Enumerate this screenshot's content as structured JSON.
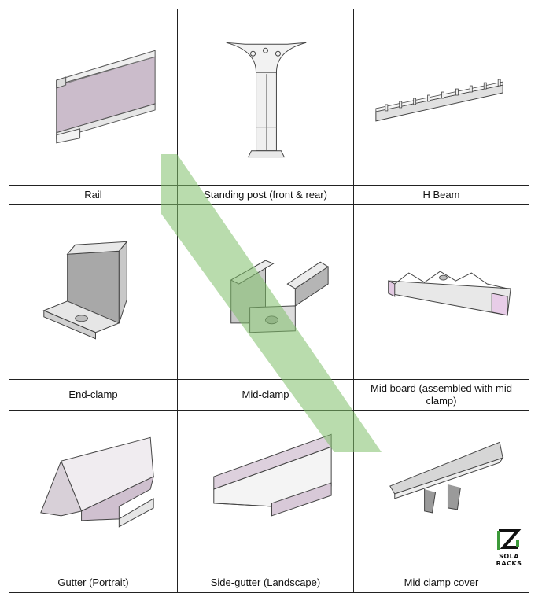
{
  "cells": [
    {
      "caption": "Rail"
    },
    {
      "caption": "Standing post (front & rear)"
    },
    {
      "caption": "H Beam"
    },
    {
      "caption": "End-clamp"
    },
    {
      "caption": "Mid-clamp"
    },
    {
      "caption": "Mid board (assembled with mid clamp)"
    },
    {
      "caption": "Gutter (Portrait)"
    },
    {
      "caption": "Side-gutter (Landscape)"
    },
    {
      "caption": "Mid clamp cover"
    }
  ],
  "logo": {
    "line1": "SOLA",
    "line2": "RACKS"
  },
  "colors": {
    "watermark": "#7fbf6a",
    "part_face": "#cfc0cf",
    "part_edge": "#555555",
    "logo_green": "#3d9a3a"
  }
}
